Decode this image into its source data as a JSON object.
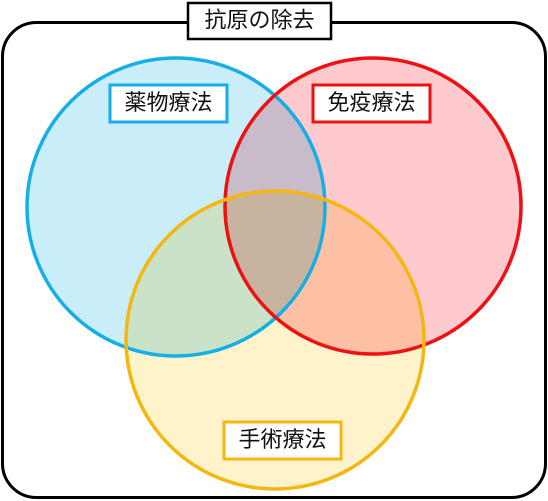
{
  "title": "抗原の除去",
  "sets": [
    {
      "label": "薬物療法",
      "fill": "#c9eefa",
      "stroke": "#15aee6"
    },
    {
      "label": "免疫療法",
      "fill": "#fecace",
      "stroke": "#ee1111"
    },
    {
      "label": "手術療法",
      "fill": "#fff3cc",
      "stroke": "#f5b70f"
    }
  ]
}
